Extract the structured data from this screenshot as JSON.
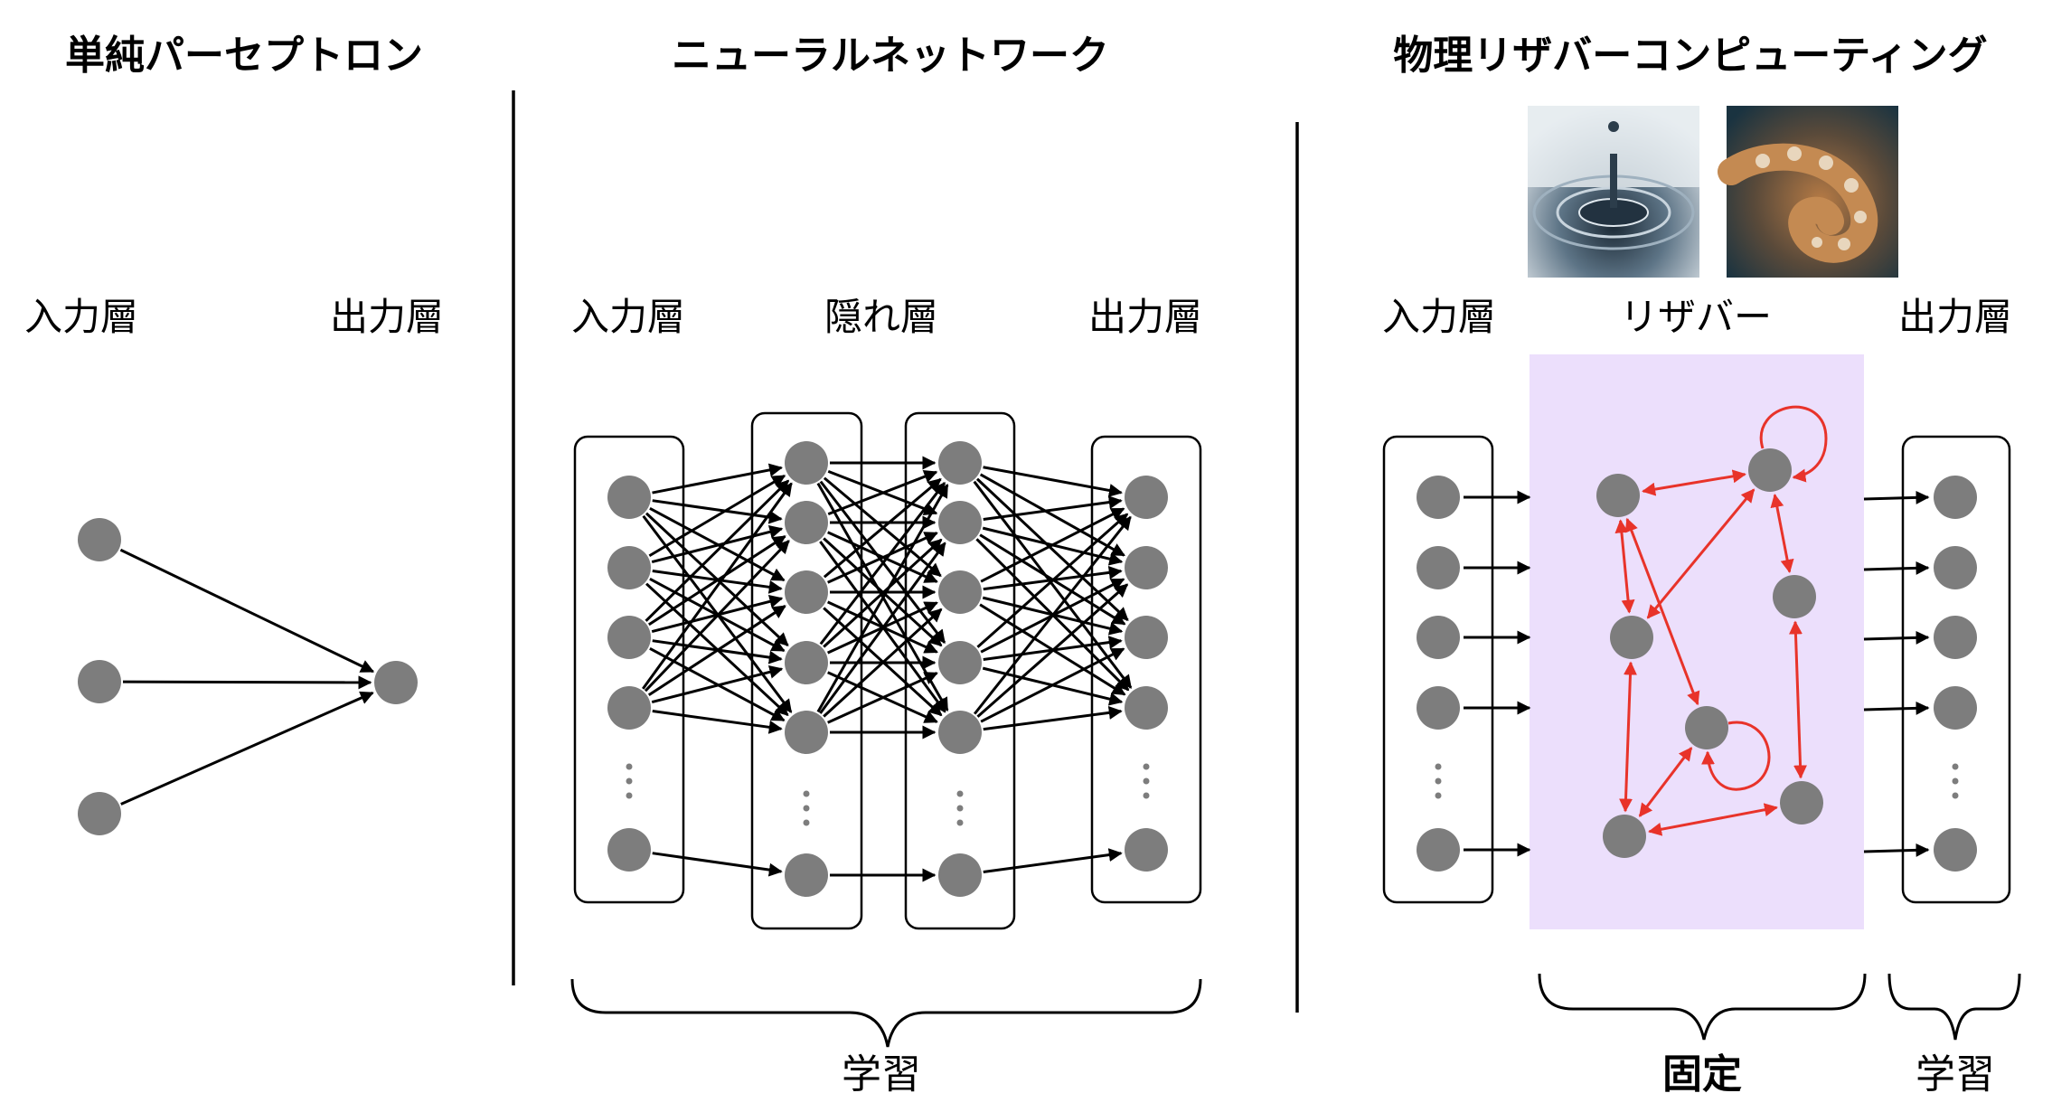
{
  "panels": {
    "perceptron": {
      "title": "単純パーセプトロン",
      "input_label": "入力層",
      "output_label": "出力層"
    },
    "neural_network": {
      "title": "ニューラルネットワーク",
      "input_label": "入力層",
      "hidden_label": "隠れ層",
      "output_label": "出力層",
      "footer": "学習"
    },
    "reservoir": {
      "title": "物理リザバーコンピューティング",
      "input_label": "入力層",
      "reservoir_label": "リザバー",
      "output_label": "出力層",
      "footer_fixed": "固定",
      "footer_learn": "学習",
      "photos": [
        "water-drop-photo",
        "octopus-tentacle-photo"
      ]
    }
  },
  "colors": {
    "node": "#7d7d7d",
    "edge": "#000000",
    "reservoir_edge": "#e8332a",
    "reservoir_bg": "#ecdffc"
  }
}
